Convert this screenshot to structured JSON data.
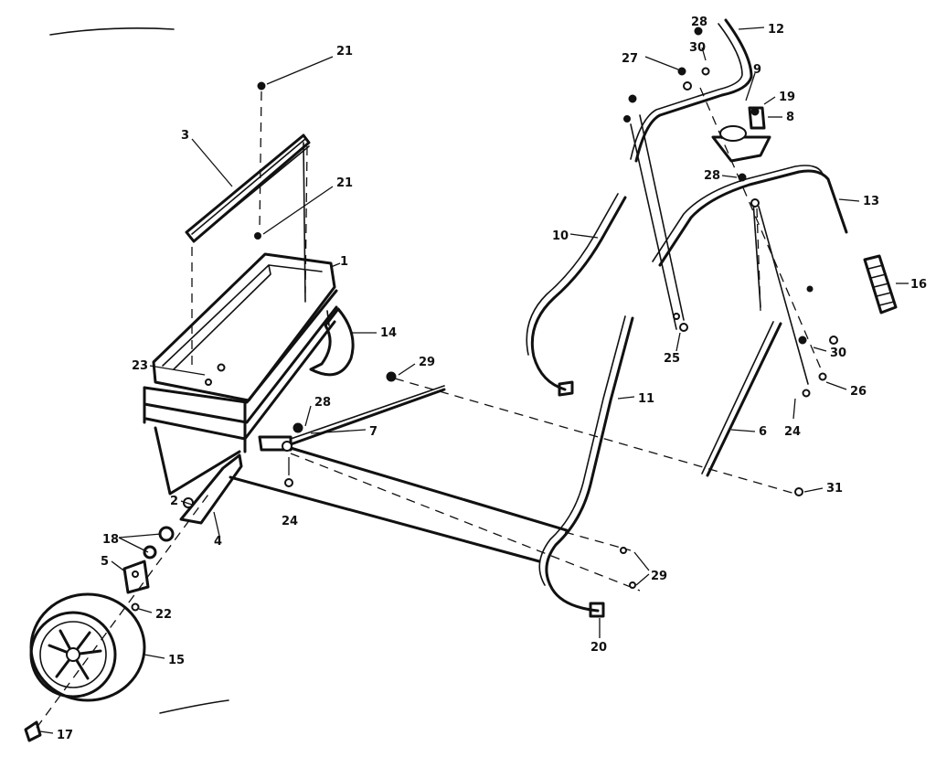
{
  "callouts": [
    {
      "id": "c21a",
      "label": "21"
    },
    {
      "id": "c21b",
      "label": "21"
    },
    {
      "id": "c3",
      "label": "3"
    },
    {
      "id": "c1",
      "label": "1"
    },
    {
      "id": "c14",
      "label": "14"
    },
    {
      "id": "c23",
      "label": "23"
    },
    {
      "id": "c29a",
      "label": "29"
    },
    {
      "id": "c28a",
      "label": "28"
    },
    {
      "id": "c7",
      "label": "7"
    },
    {
      "id": "c24a",
      "label": "24"
    },
    {
      "id": "c2",
      "label": "2"
    },
    {
      "id": "c4",
      "label": "4"
    },
    {
      "id": "c18",
      "label": "18"
    },
    {
      "id": "c5",
      "label": "5"
    },
    {
      "id": "c22",
      "label": "22"
    },
    {
      "id": "c15",
      "label": "15"
    },
    {
      "id": "c17",
      "label": "17"
    },
    {
      "id": "c10",
      "label": "10"
    },
    {
      "id": "c11",
      "label": "11"
    },
    {
      "id": "c20",
      "label": "20"
    },
    {
      "id": "c29b",
      "label": "29"
    },
    {
      "id": "c28b",
      "label": "28"
    },
    {
      "id": "c12",
      "label": "12"
    },
    {
      "id": "c27",
      "label": "27"
    },
    {
      "id": "c30a",
      "label": "30"
    },
    {
      "id": "c9",
      "label": "9"
    },
    {
      "id": "c19",
      "label": "19"
    },
    {
      "id": "c8",
      "label": "8"
    },
    {
      "id": "c28c",
      "label": "28"
    },
    {
      "id": "c13",
      "label": "13"
    },
    {
      "id": "c16",
      "label": "16"
    },
    {
      "id": "c25",
      "label": "25"
    },
    {
      "id": "c30b",
      "label": "30"
    },
    {
      "id": "c26",
      "label": "26"
    },
    {
      "id": "c24b",
      "label": "24"
    },
    {
      "id": "c6",
      "label": "6"
    },
    {
      "id": "c31",
      "label": "31"
    }
  ]
}
